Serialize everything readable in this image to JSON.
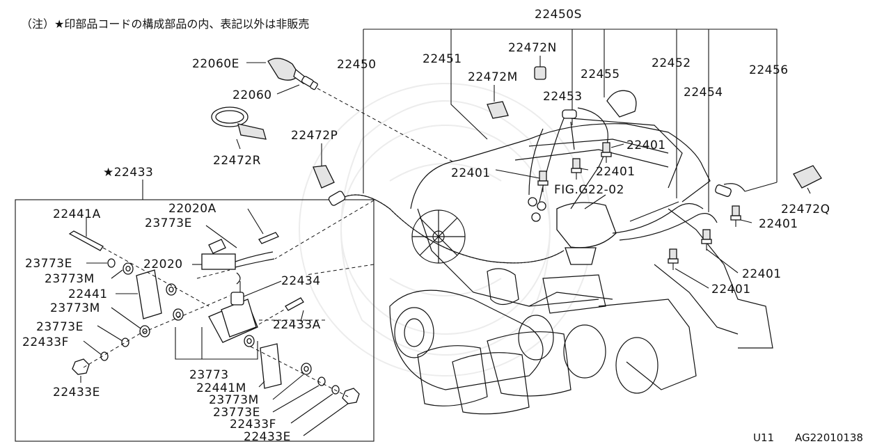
{
  "header_note": "（注）★印部品コードの構成部品の内、表記以外は非販売",
  "group_code": "22450S",
  "subassembly_code": "★22433",
  "figure_ref": "FIG.G22-02",
  "footer": {
    "page": "U11",
    "illustration_id": "AG22010138"
  },
  "labels": {
    "l22450": "22450",
    "l22451": "22451",
    "l22472N": "22472N",
    "l22472M": "22472M",
    "l22455": "22455",
    "l22453": "22453",
    "l22452": "22452",
    "l22454": "22454",
    "l22456": "22456",
    "l22060E": "22060E",
    "l22060": "22060",
    "l22472R": "22472R",
    "l22472P": "22472P",
    "l22472Q": "22472Q",
    "l22401a": "22401",
    "l22401b": "22401",
    "l22401c": "22401",
    "l22401d": "22401",
    "l22401e": "22401",
    "l22401f": "22401",
    "l22441A": "22441A",
    "l22020A": "22020A",
    "l23773E_1": "23773E",
    "l22020": "22020",
    "l23773E_2": "23773E",
    "l23773M_1": "23773M",
    "l22441": "22441",
    "l23773M_2": "23773M",
    "l22434": "22434",
    "l23773E_3": "23773E",
    "l22433A": "22433A",
    "l22433F_1": "22433F",
    "l22433E_1": "22433E",
    "l23773": "23773",
    "l22441M": "22441M",
    "l23773M_3": "23773M",
    "l23773E_4": "23773E",
    "l22433F_2": "22433F",
    "l22433E_2": "22433E"
  }
}
